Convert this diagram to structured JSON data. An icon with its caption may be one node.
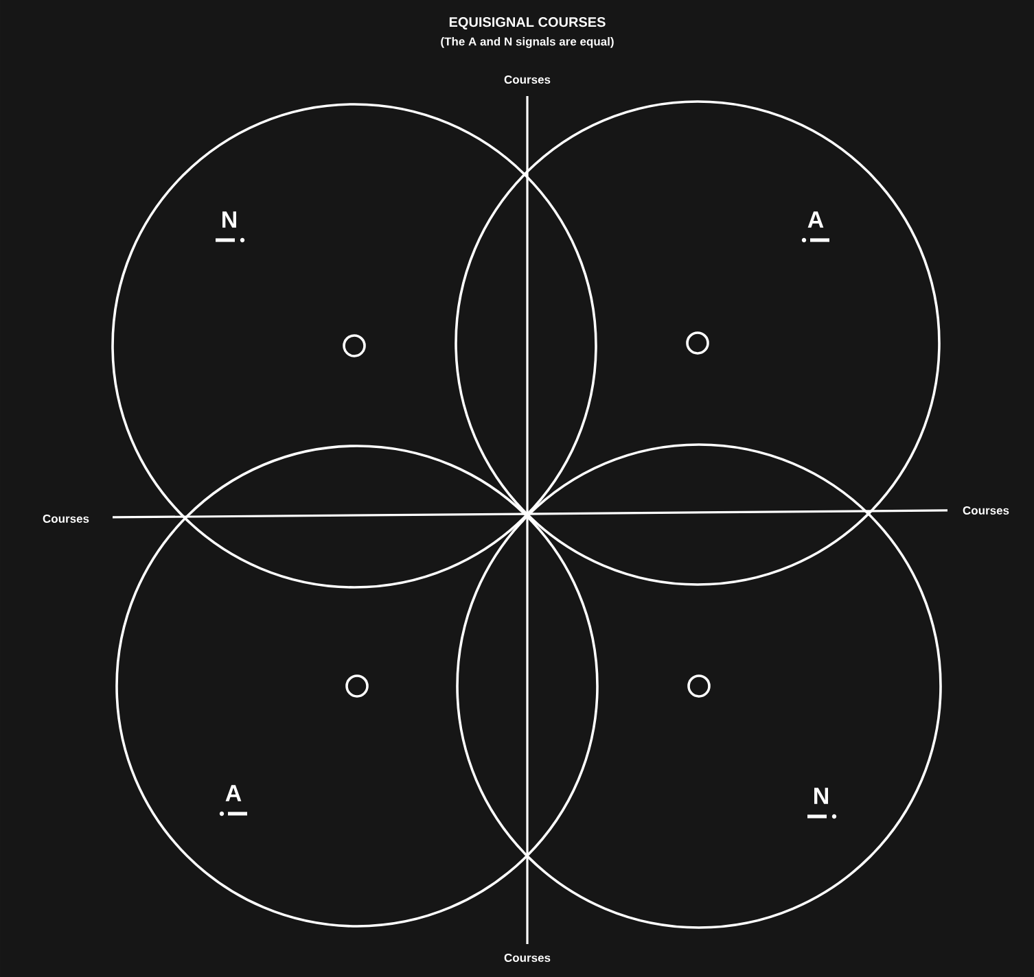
{
  "diagram": {
    "title": "EQUISIGNAL COURSES",
    "caption": "(The A and N signals are equal)",
    "nodes": [
      {
        "text": [
          "N"
        ]
      },
      {
        "text": [
          "A"
        ]
      },
      {
        "text": [
          "A"
        ]
      },
      {
        "text": [
          "N"
        ]
      },
      {
        "text": [],
        "shape": "circle",
        "in": 0
      },
      {
        "text": [],
        "shape": "circle",
        "in": 1
      },
      {
        "text": [],
        "shape": "circle",
        "in": 2
      },
      {
        "text": [],
        "shape": "circle",
        "in": 3
      }
    ],
    "labels": [
      "Courses",
      "Courses",
      "Courses",
      "Courses"
    ]
  }
}
